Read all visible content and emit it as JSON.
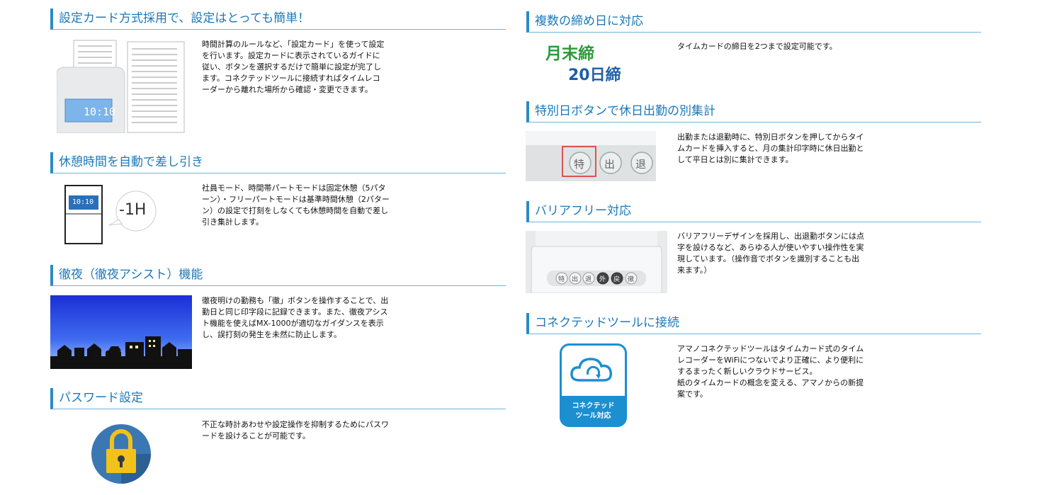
{
  "left_sections": [
    {
      "title": "設定カード方式採用で、設定はとっても簡単！",
      "text": "時間計算のルールなど、「設定カード」を使って設定を行います。設定カードに表示されているガイドに従い、ボタンを選択するだけで簡単に設定が完了します。コネクテッドツールに接続すればタイムレコーダーから離れた場所から確認・変更できます。",
      "image": {
        "type": "time-recorder-with-setting-cards",
        "lcd_text": "10:10"
      }
    },
    {
      "title": "休憩時間を自動で差し引き",
      "text": "社員モード、時間帯パートモードは固定休憩（5パターン）・フリーパートモードは基準時間休憩（2パターン）の設定で打刻をしなくても休憩時間を自動で差し引き集計します。",
      "image": {
        "type": "recorder-with-speech-bubble",
        "bubble_text": "-1H",
        "lcd_text": "10:10"
      }
    },
    {
      "title": "徹夜（徹夜アシスト）機能",
      "text": "徹夜明けの勤務も「徹」ボタンを操作することで、出勤日と同じ印字段に記録できます。また、徹夜アシスト機能を使えばMX-1000が適切なガイダンスを表示し、誤打刻の発生を未然に防止します。",
      "image": {
        "type": "night-town-silhouette"
      }
    },
    {
      "title": "パスワード設定",
      "text": "不正な時計あわせや設定操作を抑制するためにパスワードを設けることが可能です。",
      "image": {
        "type": "padlock-icon",
        "circle_color": "#3b78b3",
        "lock_color": "#f2c21b"
      }
    }
  ],
  "right_sections": [
    {
      "title": "複数の締め日に対応",
      "text": "タイムカードの締日を2つまで設定可能です。",
      "image": {
        "type": "closing-day-text",
        "line1": "月末締",
        "line2": "20日締",
        "line1_color": "#2e9a3a",
        "line2_color": "#1e5fa8"
      }
    },
    {
      "title": "特別日ボタンで休日出勤の別集計",
      "text": "出勤または退勤時に、特別日ボタンを押してからタイムカードを挿入すると、月の集計印字時に休日出勤として平日とは別に集計できます。",
      "image": {
        "type": "recorder-buttons-closeup",
        "buttons": [
          "特",
          "出",
          "退"
        ],
        "highlight_color": "#d22"
      }
    },
    {
      "title": "バリアフリー対応",
      "text": "バリアフリーデザインを採用し、出退勤ボタンには点字を設けるなど、あらゆる人が使いやすい操作性を実現しています。（操作音でボタンを識別することも出来ます。）",
      "image": {
        "type": "recorder-front-buttons",
        "buttons": [
          "特",
          "出",
          "退",
          "外",
          "戻",
          "徹"
        ]
      }
    },
    {
      "title": "コネクテッドツールに接続",
      "text": "アマノコネクテッドツールはタイムカード式のタイムレコーダーをWiFiにつないでより正確に、より便利にするまったく新しいクラウドサービス。\n紙のタイムカードの概念を変える、アマノからの新提案です。",
      "image": {
        "type": "cloud-badge",
        "label_line1": "コネクテッド",
        "label_line2": "ツール対応",
        "color": "#1b8fd0"
      }
    }
  ],
  "colors": {
    "accent": "#1c78b8",
    "bar": "#2a8ac7",
    "rule": "#6fb3de"
  }
}
